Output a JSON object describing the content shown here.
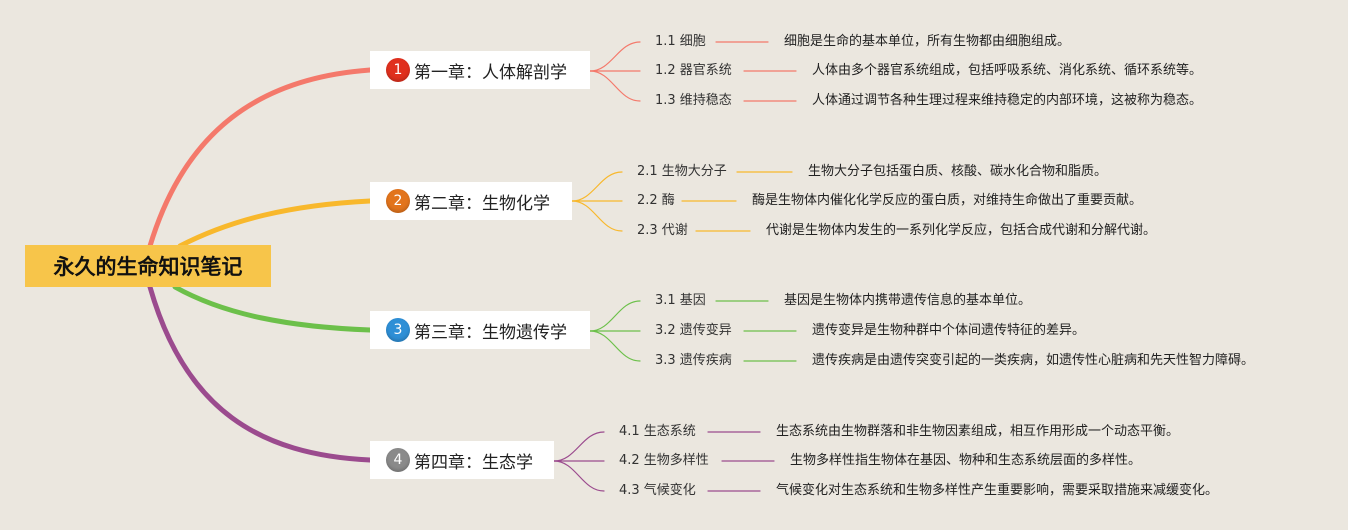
{
  "root": {
    "title": "永久的生命知识笔记"
  },
  "chapters": [
    {
      "number": "1",
      "title": "第一章：人体解剖学",
      "color": "#f4796b",
      "badge_color": "#e0301e",
      "items": [
        {
          "title": "1.1 细胞",
          "desc": "细胞是生命的基本单位，所有生物都由细胞组成。"
        },
        {
          "title": "1.2 器官系统",
          "desc": "人体由多个器官系统组成，包括呼吸系统、消化系统、循环系统等。"
        },
        {
          "title": "1.3 维持稳态",
          "desc": "人体通过调节各种生理过程来维持稳定的内部环境，这被称为稳态。"
        }
      ]
    },
    {
      "number": "2",
      "title": "第二章：生物化学",
      "color": "#f8b82c",
      "badge_color": "#e2741c",
      "items": [
        {
          "title": "2.1 生物大分子",
          "desc": "生物大分子包括蛋白质、核酸、碳水化合物和脂质。"
        },
        {
          "title": "2.2 酶",
          "desc": "酶是生物体内催化化学反应的蛋白质，对维持生命做出了重要贡献。"
        },
        {
          "title": "2.3 代谢",
          "desc": "代谢是生物体内发生的一系列化学反应，包括合成代谢和分解代谢。"
        }
      ]
    },
    {
      "number": "3",
      "title": "第三章：生物遗传学",
      "color": "#6cc04a",
      "badge_color": "#2e8fd6",
      "items": [
        {
          "title": "3.1 基因",
          "desc": "基因是生物体内携带遗传信息的基本单位。"
        },
        {
          "title": "3.2 遗传变异",
          "desc": "遗传变异是生物种群中个体间遗传特征的差异。"
        },
        {
          "title": "3.3 遗传疾病",
          "desc": "遗传疾病是由遗传突变引起的一类疾病，如遗传性心脏病和先天性智力障碍。"
        }
      ]
    },
    {
      "number": "4",
      "title": "第四章：生态学",
      "color": "#9b4b8e",
      "badge_color": "#8a8a8a",
      "items": [
        {
          "title": "4.1 生态系统",
          "desc": "生态系统由生物群落和非生物因素组成，相互作用形成一个动态平衡。"
        },
        {
          "title": "4.2 生物多样性",
          "desc": "生物多样性指生物体在基因、物种和生态系统层面的多样性。"
        },
        {
          "title": "4.3 气候变化",
          "desc": "气候变化对生态系统和生物多样性产生重要影响，需要采取措施来减缓变化。"
        }
      ]
    }
  ]
}
